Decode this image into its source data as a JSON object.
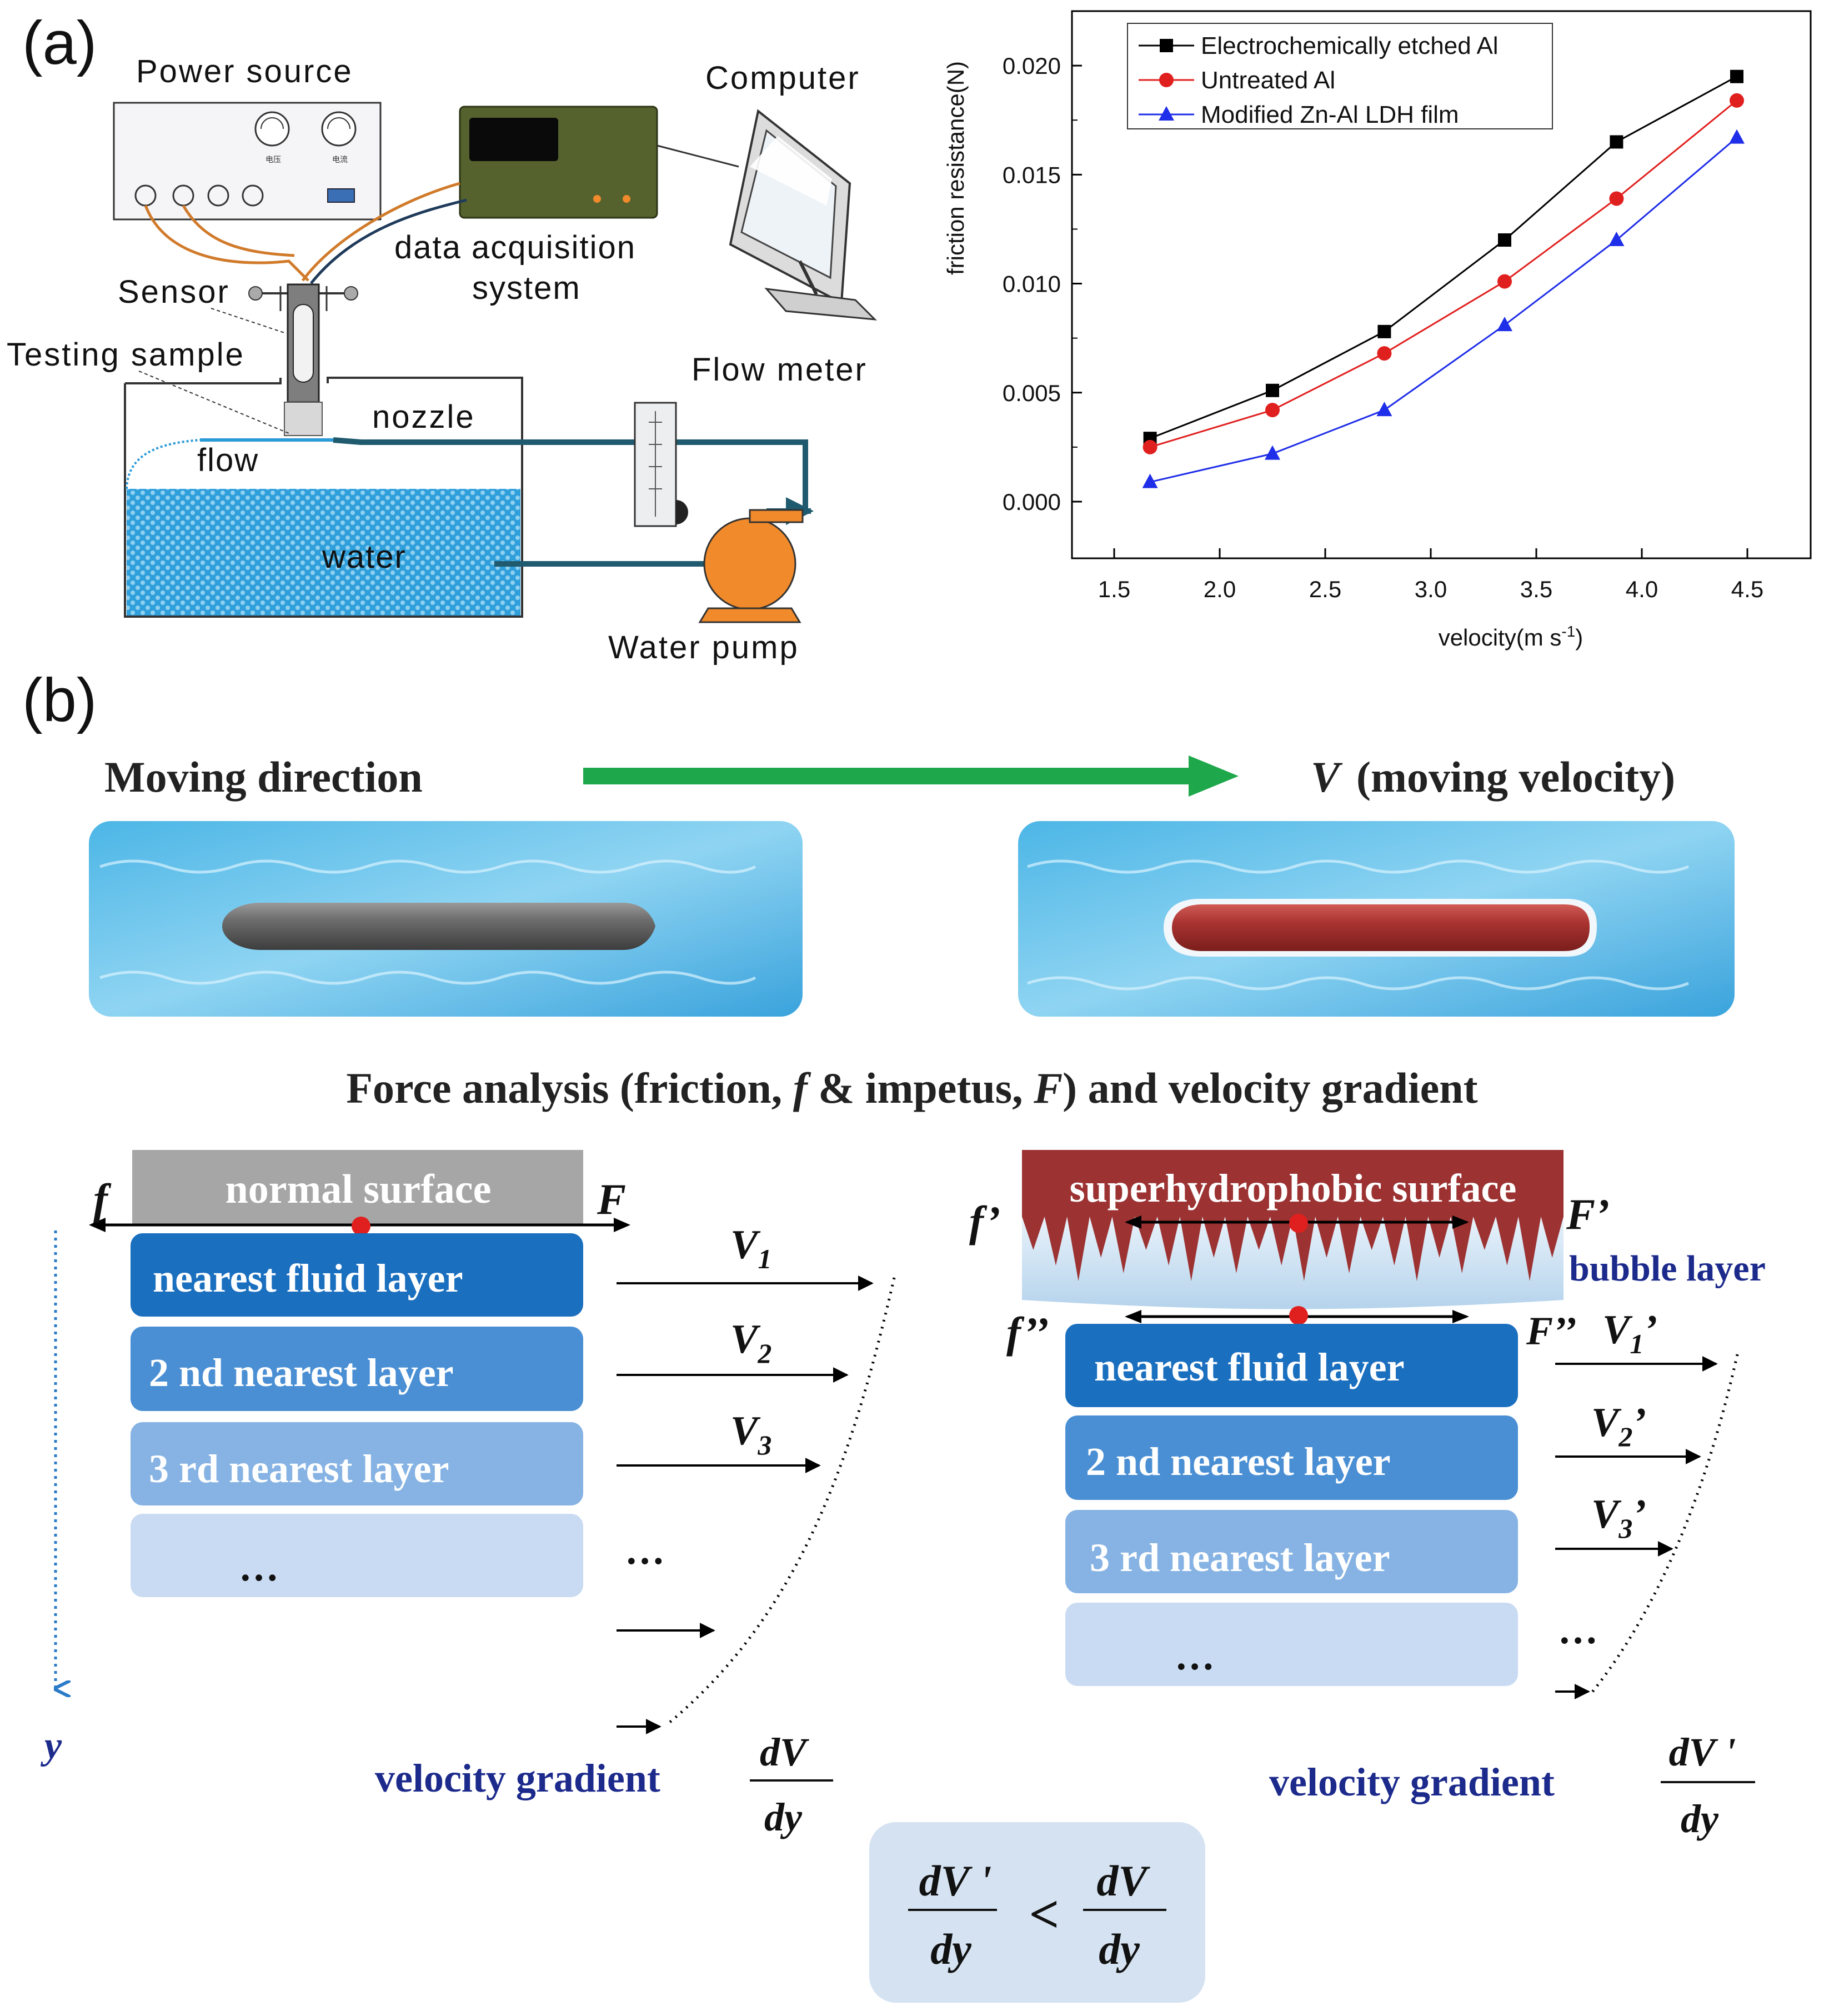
{
  "panel_a": {
    "label": "(a)",
    "setup": {
      "power_source": "Power source",
      "computer": "Computer",
      "daq_line1": "data acquisition",
      "daq_line2": "system",
      "sensor": "Sensor",
      "testing_sample": "Testing sample",
      "flow_meter": "Flow meter",
      "nozzle": "nozzle",
      "flow": "flow",
      "water": "water",
      "water_pump": "Water pump",
      "gauge1": "电压",
      "gauge2": "电流"
    }
  },
  "chart_data": {
    "type": "line",
    "ylabel": "friction resistance(N)",
    "xlabel_main": "velocity(m s",
    "xlabel_sup": "-1",
    "xlabel_close": ")",
    "xlim": [
      1.3,
      4.8
    ],
    "ylim": [
      -0.0026,
      0.0225
    ],
    "x_ticks": [
      1.5,
      2.0,
      2.5,
      3.0,
      3.5,
      4.0,
      4.5
    ],
    "x_tick_labels": [
      "1.5",
      "2.0",
      "2.5",
      "3.0",
      "3.5",
      "4.0",
      "4.5"
    ],
    "y_ticks": [
      0.0,
      0.005,
      0.01,
      0.015,
      0.02
    ],
    "y_tick_labels": [
      "0.000",
      "0.005",
      "0.010",
      "0.015",
      "0.020"
    ],
    "legend_position": "top-right",
    "series": [
      {
        "name": "Electrochemically etched Al",
        "color": "#000000",
        "marker": "square",
        "x": [
          1.67,
          2.25,
          2.78,
          3.35,
          3.88,
          4.45
        ],
        "y": [
          0.0029,
          0.0051,
          0.0078,
          0.012,
          0.0165,
          0.0195
        ]
      },
      {
        "name": "Untreated Al",
        "color": "#e0201e",
        "marker": "circle",
        "x": [
          1.67,
          2.25,
          2.78,
          3.35,
          3.88,
          4.45
        ],
        "y": [
          0.0025,
          0.0042,
          0.0068,
          0.0101,
          0.0139,
          0.0184
        ]
      },
      {
        "name": "Modified Zn-Al LDH film",
        "color": "#1f2ee8",
        "marker": "triangle",
        "x": [
          1.67,
          2.25,
          2.78,
          3.35,
          3.88,
          4.45
        ],
        "y": [
          0.0009,
          0.0022,
          0.0042,
          0.0081,
          0.012,
          0.0167
        ]
      }
    ]
  },
  "panel_b": {
    "label": "(b)",
    "moving_direction": "Moving direction",
    "v_symbol": "V",
    "v_desc": "(moving velocity)",
    "force_title_1": "Force analysis (friction, ",
    "force_title_f": "f",
    "force_title_2": " & impetus, ",
    "force_title_F": "F",
    "force_title_3": ") and velocity gradient",
    "left": {
      "surface": "normal surface",
      "f": "f",
      "F": "F",
      "layers": [
        "nearest fluid layer",
        "2 nd nearest layer",
        "3 rd nearest layer",
        "…"
      ],
      "v_labels": [
        "V",
        "V",
        "V"
      ],
      "v_subs": [
        "1",
        "2",
        "3"
      ],
      "dots": "…",
      "y_axis": "y",
      "gradient_label": "velocity gradient",
      "frac_num": "dV",
      "frac_den": "dy"
    },
    "right": {
      "surface": "superhydrophobic surface",
      "f1": "f’",
      "F1": "F’",
      "f2": "f’’",
      "F2": "F’’",
      "bubble": "bubble layer",
      "layers": [
        "nearest fluid layer",
        "2 nd nearest layer",
        "3 rd nearest layer",
        "…"
      ],
      "v_labels": [
        "V",
        "V",
        "V"
      ],
      "v_subs": [
        "1",
        "2",
        "3"
      ],
      "v_primes": [
        "’",
        "’",
        "’"
      ],
      "dots": "…",
      "gradient_label": "velocity gradient",
      "frac_num": "dV '",
      "frac_den": "dy"
    },
    "comparison": {
      "left_num": "dV '",
      "left_den": "dy",
      "op": "<",
      "right_num": "dV",
      "right_den": "dy"
    }
  },
  "colors": {
    "water": "#3aa7df",
    "pipe": "#1f5a6e",
    "pump": "#f08a2a",
    "green_arrow": "#1ea84b",
    "dark_blue_text": "#1c2a8c",
    "layer1": "#1b6fbf",
    "layer2": "#4a8fd4",
    "layer3": "#7fb0e4",
    "layer4": "#c9dbf2",
    "super_surface": "#9c3232"
  }
}
